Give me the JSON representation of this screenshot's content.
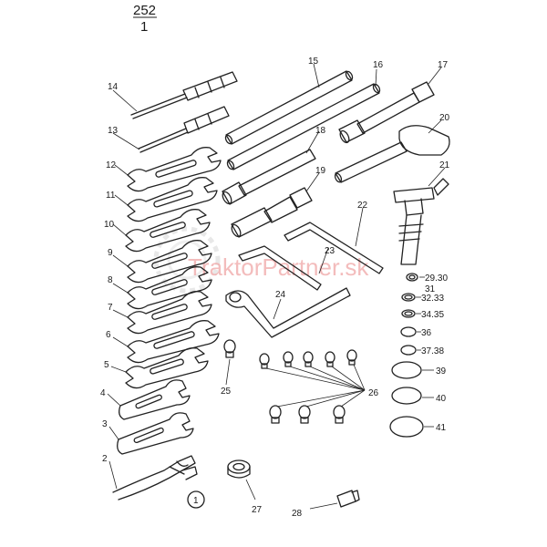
{
  "header": {
    "page_number": "252",
    "sub_number": "1"
  },
  "watermark": {
    "text": "TraktorPartner.sk"
  },
  "callouts": {
    "c1": "1",
    "c2": "2",
    "c3": "3",
    "c4": "4",
    "c5": "5",
    "c6": "6",
    "c7": "7",
    "c8": "8",
    "c9": "9",
    "c10": "10",
    "c11": "11",
    "c12": "12",
    "c13": "13",
    "c14": "14",
    "c15": "15",
    "c16": "16",
    "c17": "17",
    "c18": "18",
    "c19": "19",
    "c20": "20",
    "c21": "21",
    "c22": "22",
    "c23": "23",
    "c24": "24",
    "c25": "25",
    "c26": "26",
    "c27": "27",
    "c28": "28",
    "c29": "29.30",
    "c31": "31",
    "c32": "32.33",
    "c34": "34.35",
    "c36": "36",
    "c37": "37.38",
    "c39": "39",
    "c40": "40",
    "c41": "41"
  }
}
